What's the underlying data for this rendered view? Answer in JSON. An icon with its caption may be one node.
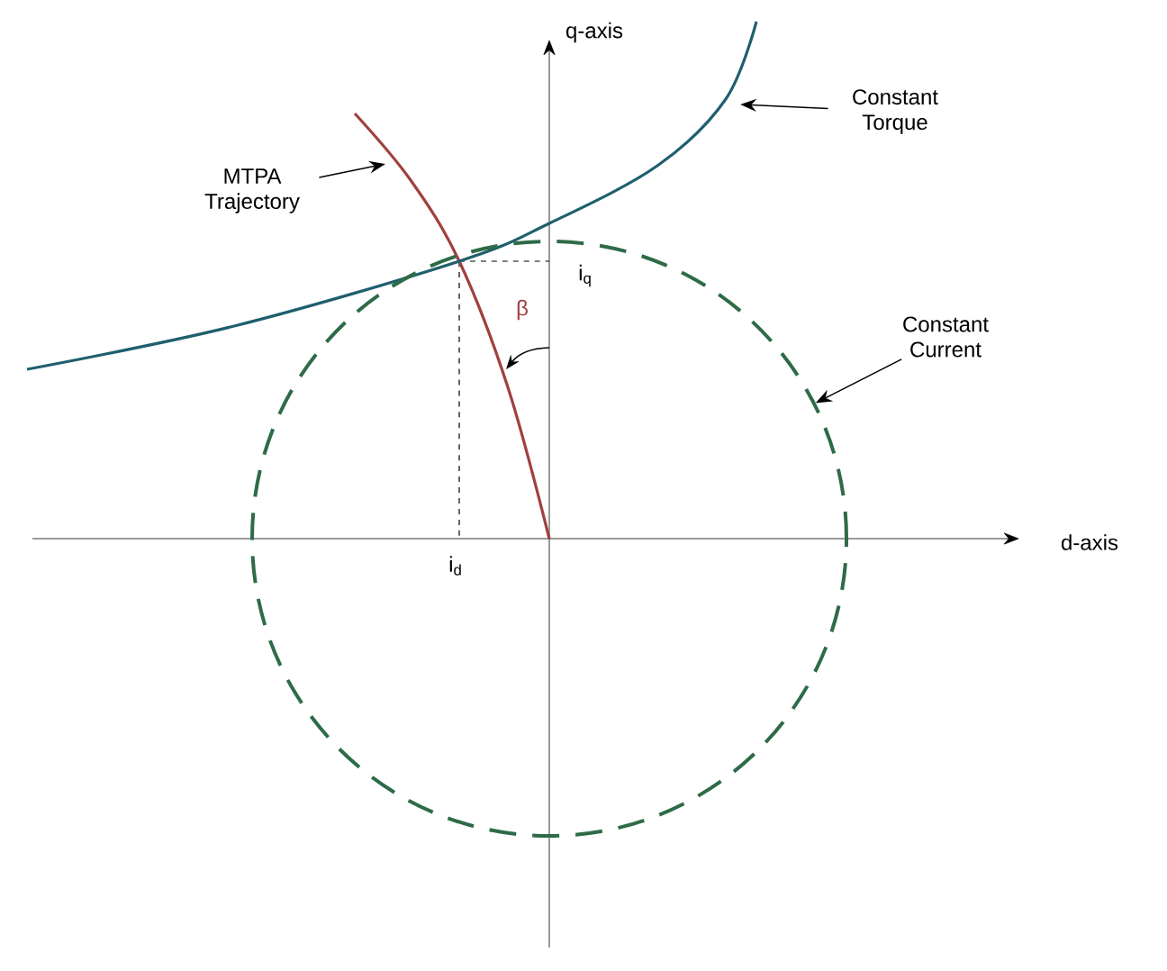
{
  "diagram": {
    "nodes": [
      {
        "text": [
          "MTPA Trajectory"
        ]
      },
      {
        "text": [
          "Constant Torque"
        ]
      },
      {
        "text": [
          "Constant Current"
        ]
      },
      {
        "text": [],
        "shape": "circle"
      }
    ],
    "edges": [
      {
        "from": 0,
        "to": null,
        "arrow": "to"
      },
      {
        "from": 1,
        "to": null,
        "arrow": "to"
      },
      {
        "from": 2,
        "to": 3,
        "arrow": "to"
      }
    ],
    "labels": [
      "q-axis",
      "d-axis",
      "i$_{d}$",
      "i$_{q}$",
      "β"
    ]
  }
}
